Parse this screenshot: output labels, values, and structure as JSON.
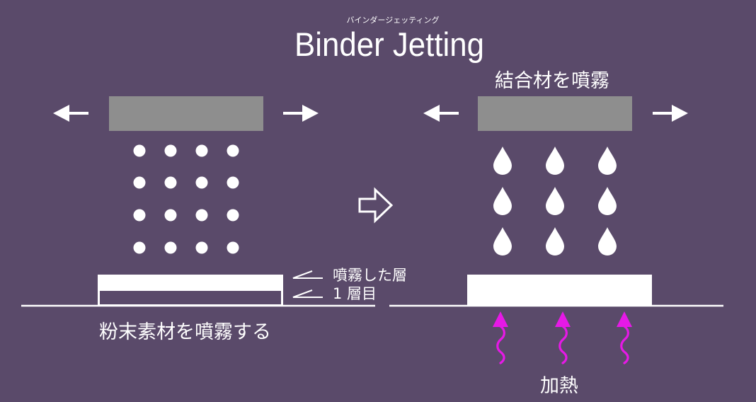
{
  "colors": {
    "background": "#5a4a6a",
    "foreground": "#ffffff",
    "print_head": "#8e8e8e",
    "heat": "#e619e6"
  },
  "header": {
    "subtitle_kana": "バインダージェッティング",
    "title": "Binder Jetting"
  },
  "left_panel": {
    "layer_labels": {
      "sprayed_layer": "噴霧した層",
      "first_layer": "1 層目"
    },
    "caption": "粉末素材を噴霧する"
  },
  "right_panel": {
    "heading": "結合材を噴霧",
    "caption": "加熱"
  }
}
